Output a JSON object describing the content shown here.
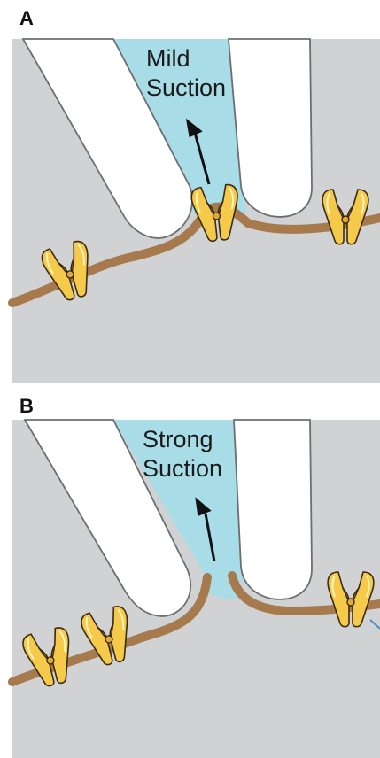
{
  "panels": [
    {
      "label": "A",
      "suction_line1": "Mild",
      "suction_line2": "Suction"
    },
    {
      "label": "B",
      "suction_line1": "Strong",
      "suction_line2": "Suction"
    }
  ],
  "colors": {
    "background_cell": "#d1d2d4",
    "pipette_lumen": "#a8dce6",
    "pipette_wall": "#ffffff",
    "pipette_outline": "#6d6e71",
    "membrane": "#a77a4e",
    "channel_fill": "#f5c94a",
    "channel_outline": "#3b2a10"
  },
  "icons": [
    "arrow-up-icon",
    "ion-channel-icon"
  ]
}
